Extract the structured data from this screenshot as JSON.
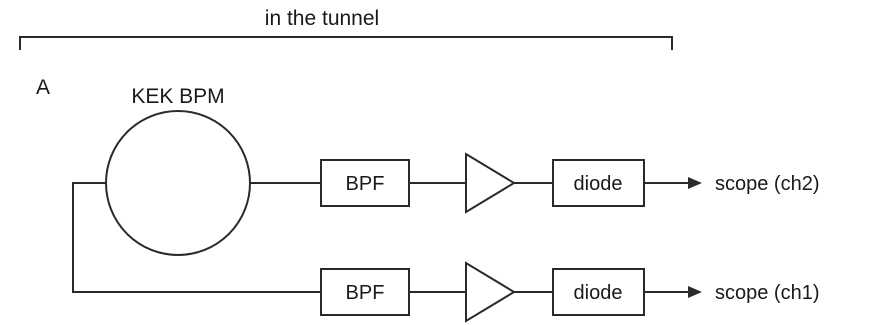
{
  "header": {
    "region_label": "in the tunnel"
  },
  "panel_label": "A",
  "bpm": {
    "label": "KEK BPM"
  },
  "chain_top": {
    "filter": "BPF",
    "detector": "diode",
    "output": "scope (ch2)",
    "amplifier_icon": "amplifier-triangle-icon"
  },
  "chain_bottom": {
    "filter": "BPF",
    "detector": "diode",
    "output": "scope (ch1)",
    "amplifier_icon": "amplifier-triangle-icon"
  },
  "colors": {
    "stroke": "#2a2a2a",
    "text": "#1a1a1a",
    "background": "#ffffff"
  }
}
